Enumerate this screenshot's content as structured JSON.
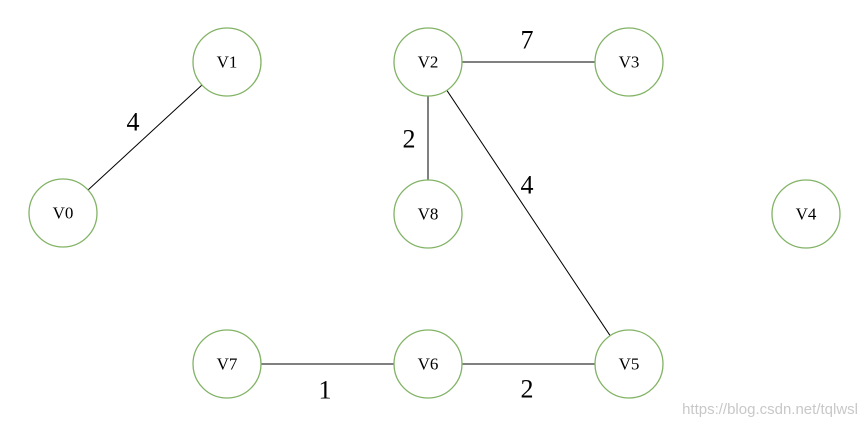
{
  "graph": {
    "nodes": [
      {
        "id": "V0",
        "label": "V0"
      },
      {
        "id": "V1",
        "label": "V1"
      },
      {
        "id": "V2",
        "label": "V2"
      },
      {
        "id": "V3",
        "label": "V3"
      },
      {
        "id": "V4",
        "label": "V4"
      },
      {
        "id": "V5",
        "label": "V5"
      },
      {
        "id": "V6",
        "label": "V6"
      },
      {
        "id": "V7",
        "label": "V7"
      },
      {
        "id": "V8",
        "label": "V8"
      }
    ],
    "edges": [
      {
        "from": "V0",
        "to": "V1",
        "weight": "4"
      },
      {
        "from": "V2",
        "to": "V3",
        "weight": "7"
      },
      {
        "from": "V2",
        "to": "V8",
        "weight": "2"
      },
      {
        "from": "V2",
        "to": "V5",
        "weight": "4"
      },
      {
        "from": "V7",
        "to": "V6",
        "weight": "1"
      },
      {
        "from": "V6",
        "to": "V5",
        "weight": "2"
      }
    ],
    "colors": {
      "node_stroke": "#82b366",
      "edge": "#000000"
    }
  },
  "watermark": "https://blog.csdn.net/tqlwsl"
}
